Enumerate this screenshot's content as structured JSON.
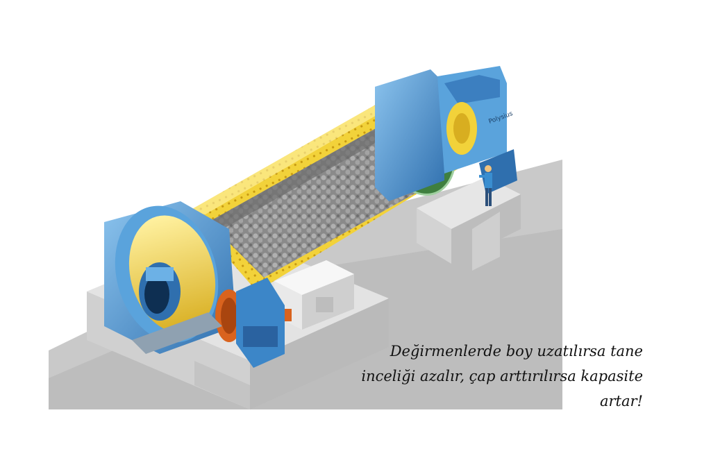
{
  "illustration": {
    "subject": "ball-mill-cutaway",
    "logo_text": "Polysius",
    "colors": {
      "shell": "#f2d23a",
      "shell_dots": "#c79a12",
      "housing": "#5aa3dc",
      "housing_dark": "#2f6fae",
      "interior": "#8d8d8d",
      "grate": "#3f7f3f",
      "gear": "#d9631e",
      "foundation": "#d9d9d9",
      "floor": "#c8c8c8"
    }
  },
  "caption": {
    "line1": "Değirmenlerde boy uzatılırsa tane",
    "line2": "inceliği azalır, çap arttırılırsa kapasite",
    "line3": "artar!"
  }
}
